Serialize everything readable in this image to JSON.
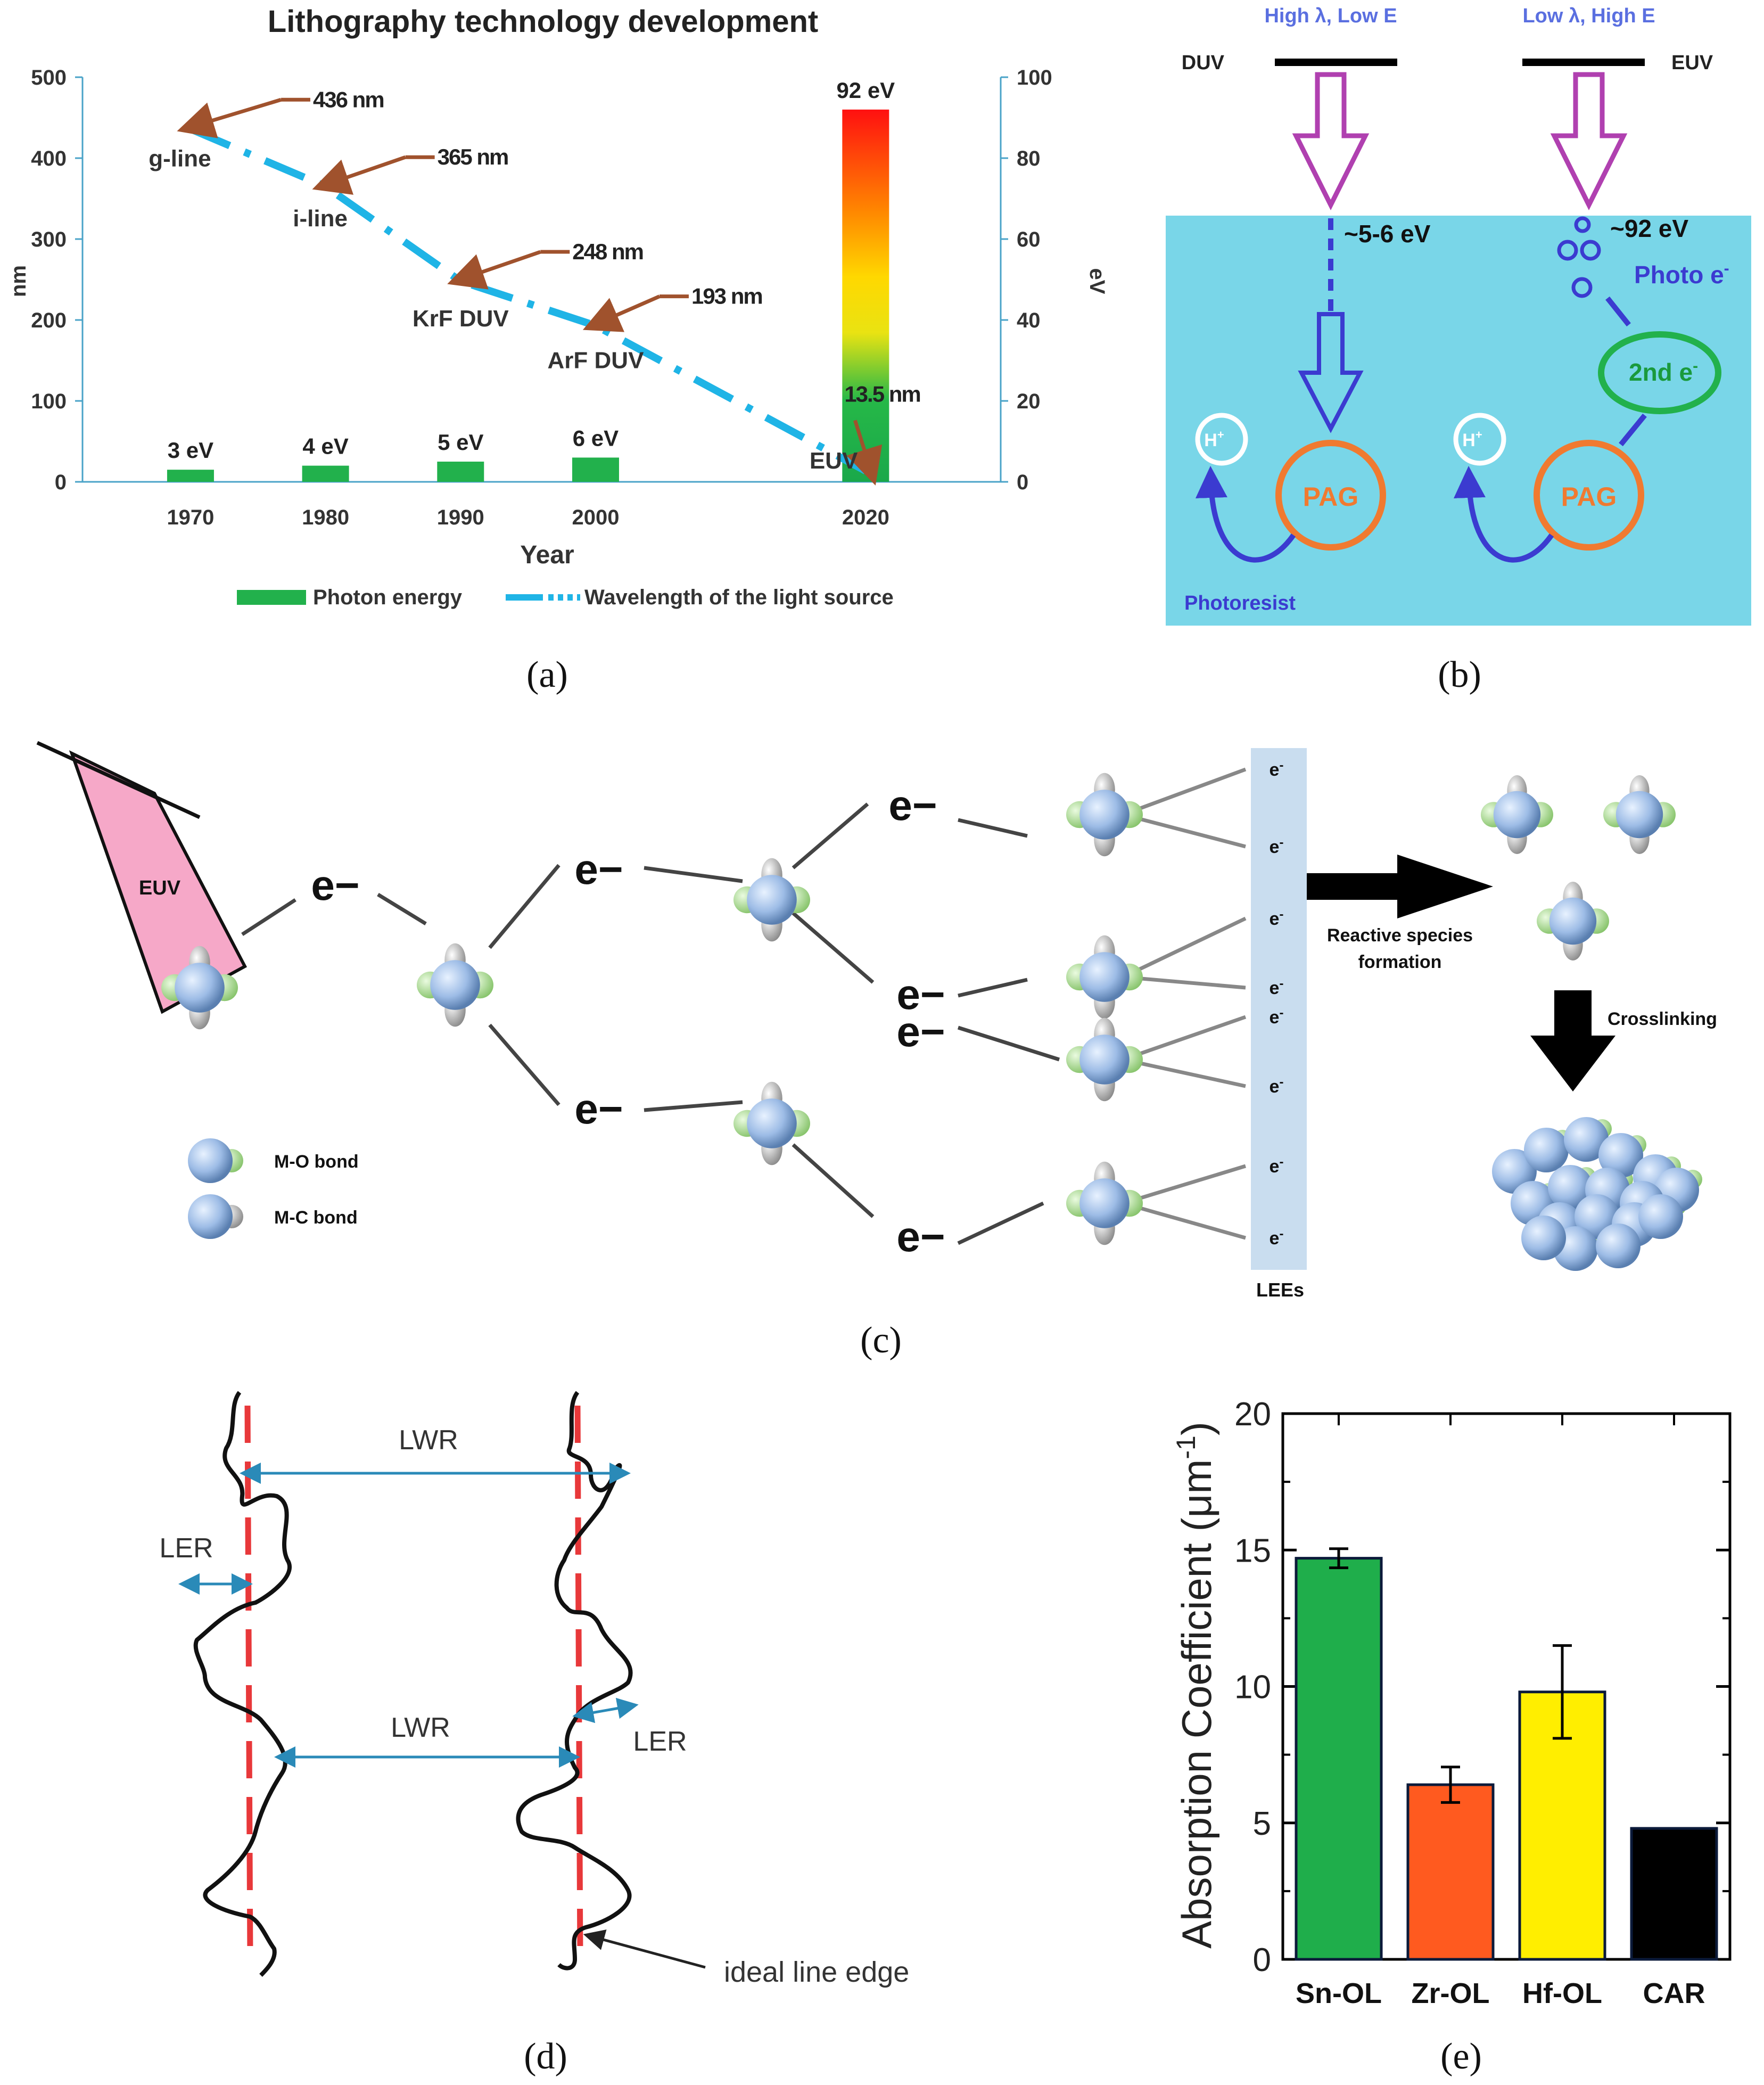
{
  "panel_a": {
    "chart_data": {
      "type": "bar",
      "title": "Lithography technology development",
      "xlabel": "Year",
      "ylabel": "nm",
      "y2label": "eV",
      "xlim": [
        1962,
        2030
      ],
      "ylim": [
        0,
        500
      ],
      "y2lim": [
        0,
        100
      ],
      "x_ticks": [
        "1970",
        "1980",
        "1990",
        "2000",
        "2020"
      ],
      "y_ticks": [
        "0",
        "100",
        "200",
        "300",
        "400",
        "500"
      ],
      "y2_ticks": [
        "0",
        "20",
        "40",
        "60",
        "80",
        "100"
      ],
      "legend": "bottom",
      "series": [
        {
          "name": "Photon energy",
          "axis": "right",
          "x": [
            1970,
            1980,
            1990,
            2000,
            2020
          ],
          "values": [
            3,
            4,
            5,
            6,
            92
          ],
          "labels": [
            "3 eV",
            "4 eV",
            "5 eV",
            "6 eV",
            "92 eV"
          ]
        },
        {
          "name": "Wavelength of the light source",
          "axis": "left",
          "line": "dash-dot",
          "x": [
            1970,
            1980,
            1990,
            2000,
            2020
          ],
          "values": [
            436,
            365,
            248,
            193,
            13.5
          ],
          "labels": [
            "436 nm",
            "365 nm",
            "248 nm",
            "193 nm",
            "13.5 nm"
          ],
          "names": [
            "g-line",
            "i-line",
            "KrF DUV",
            "ArF DUV",
            "EUV"
          ]
        }
      ],
      "colors": {
        "bar": "#22b14c",
        "line": "#1fb4e6",
        "arrow": "#a0522d"
      }
    },
    "caption": "(a)"
  },
  "panel_b": {
    "top_left": "High λ, Low E",
    "top_right": "Low λ, High E",
    "duv": "DUV",
    "euv": "EUV",
    "energy_left": "~5-6 eV",
    "energy_right": "~92 eV",
    "photo_e": "Photo e",
    "photo_e_sup": "-",
    "second_e": "2nd e",
    "second_e_sup": "-",
    "hplus": "H",
    "hplus_sup": "+",
    "pag": "PAG",
    "photoresist": "Photoresist",
    "colors": {
      "bg": "#79d6e8",
      "purple": "#b040b0",
      "blue": "#3b3bd0",
      "orange": "#f07a30"
    },
    "caption": "(b)"
  },
  "panel_c": {
    "euv": "EUV",
    "electron": "e−",
    "lee": "e",
    "lee_sup": "-",
    "lees": "LEEs",
    "reactive": "Reactive species",
    "formation": "formation",
    "crosslinking": "Crosslinking",
    "legend_mo": "M-O bond",
    "legend_mc": "M-C bond",
    "caption": "(c)"
  },
  "panel_d": {
    "lwr": "LWR",
    "ler": "LER",
    "ideal": "ideal line edge",
    "caption": "(d)"
  },
  "panel_e": {
    "chart_data": {
      "type": "bar",
      "categories": [
        "Sn-OL",
        "Zr-OL",
        "Hf-OL",
        "CAR"
      ],
      "values": [
        14.7,
        6.4,
        9.8,
        4.8
      ],
      "errors": [
        0.35,
        0.65,
        1.7,
        0
      ],
      "colors": [
        "#1fae4b",
        "#ff5a1f",
        "#ffee00",
        "#000000"
      ],
      "ylabel": "Absorption Coefficient (μm",
      "ylabel_sup": "-1",
      "ylabel_close": ")",
      "ylim": [
        0,
        20
      ],
      "y_ticks": [
        "0",
        "5",
        "10",
        "15",
        "20"
      ]
    },
    "caption": "(e)"
  }
}
